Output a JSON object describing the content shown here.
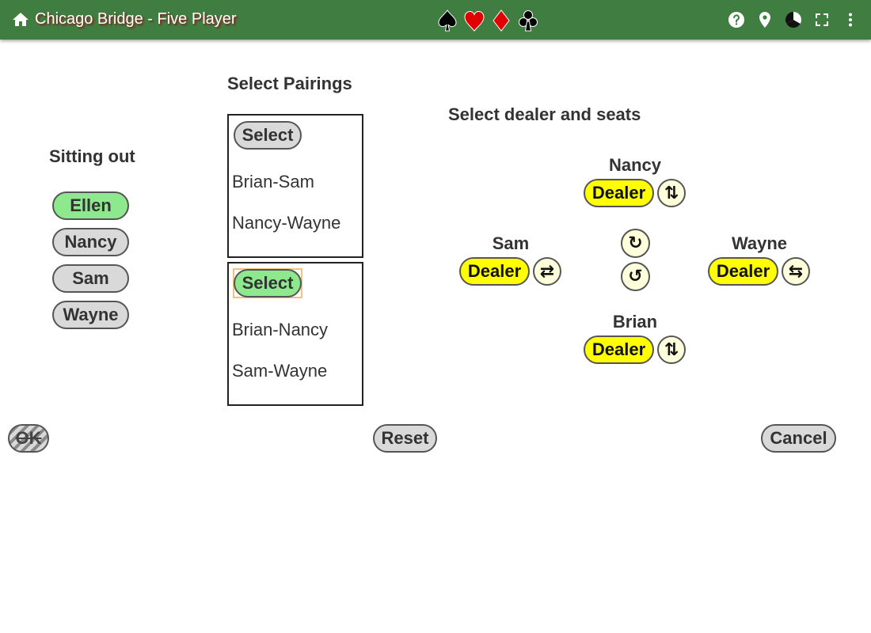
{
  "header": {
    "title": "Chicago Bridge - Five Player",
    "suits": [
      "spade",
      "heart",
      "diamond",
      "club"
    ],
    "colors": {
      "bar": "#3f7e40",
      "red_suit": "#e00000",
      "black_suit": "#000000"
    },
    "icons": [
      "home-icon",
      "help-icon",
      "location-pin-icon",
      "theme-icon",
      "fullscreen-icon",
      "more-vert-icon"
    ]
  },
  "sitting_out": {
    "heading": "Sitting out",
    "players": [
      "Ellen",
      "Nancy",
      "Sam",
      "Wayne"
    ],
    "selected": "Ellen"
  },
  "pairings": {
    "heading": "Select Pairings",
    "options": [
      {
        "button": "Select",
        "lines": [
          "Brian-Sam",
          "Nancy-Wayne"
        ],
        "selected": false
      },
      {
        "button": "Select",
        "lines": [
          "Brian-Nancy",
          "Sam-Wayne"
        ],
        "selected": true
      }
    ]
  },
  "seats": {
    "heading": "Select dealer and seats",
    "dealer_label": "Dealer",
    "north": {
      "name": "Nancy",
      "swap_icon": "⇅"
    },
    "west": {
      "name": "Sam",
      "swap_icon": "⇄"
    },
    "east": {
      "name": "Wayne",
      "swap_icon": "⇆"
    },
    "south": {
      "name": "Brian",
      "swap_icon": "⇅"
    },
    "rotate_cw_icon": "↻",
    "rotate_ccw_icon": "↺"
  },
  "footer": {
    "ok": "OK",
    "reset": "Reset",
    "cancel": "Cancel"
  }
}
